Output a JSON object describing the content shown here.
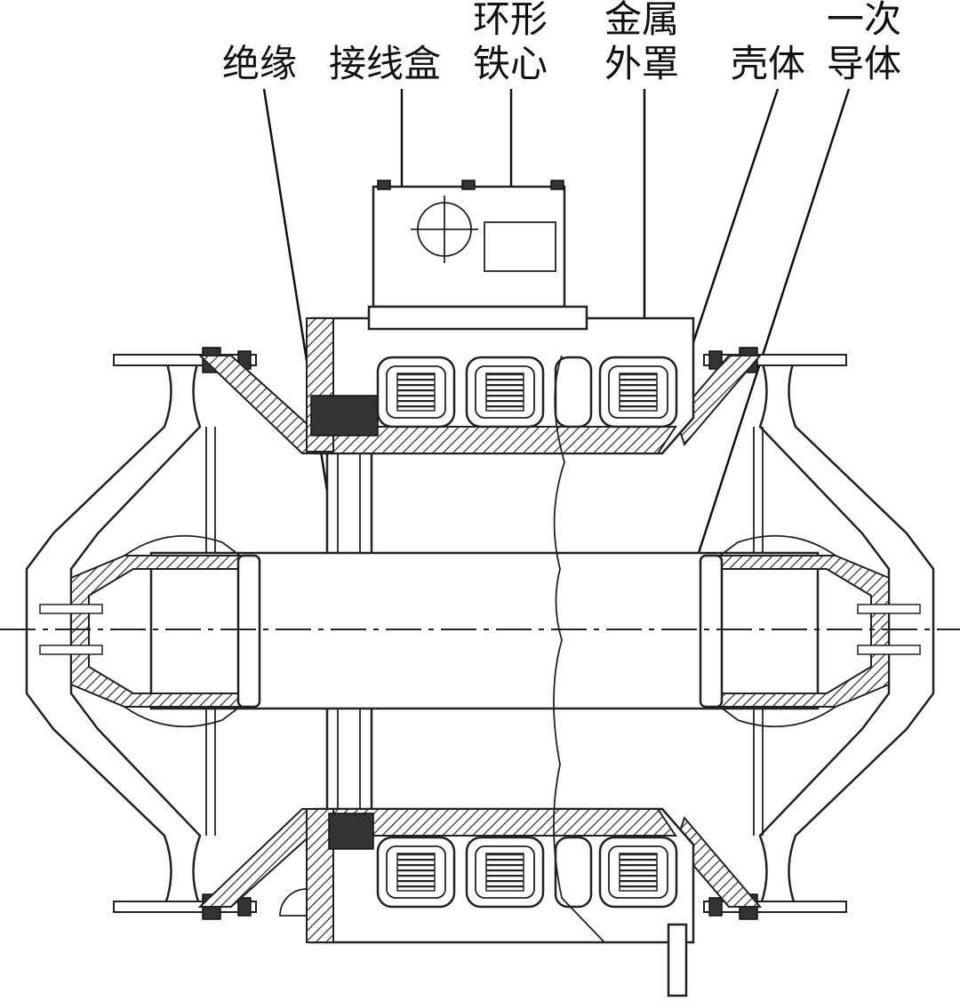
{
  "labels": {
    "insulation": "绝缘",
    "junction_box": "接线盒",
    "ring_core_line1": "环形",
    "ring_core_line2": "铁心",
    "metal_cover_line1": "金属",
    "metal_cover_line2": "外罩",
    "housing": "壳体",
    "primary_conductor_line1": "一次",
    "primary_conductor_line2": "导体"
  }
}
